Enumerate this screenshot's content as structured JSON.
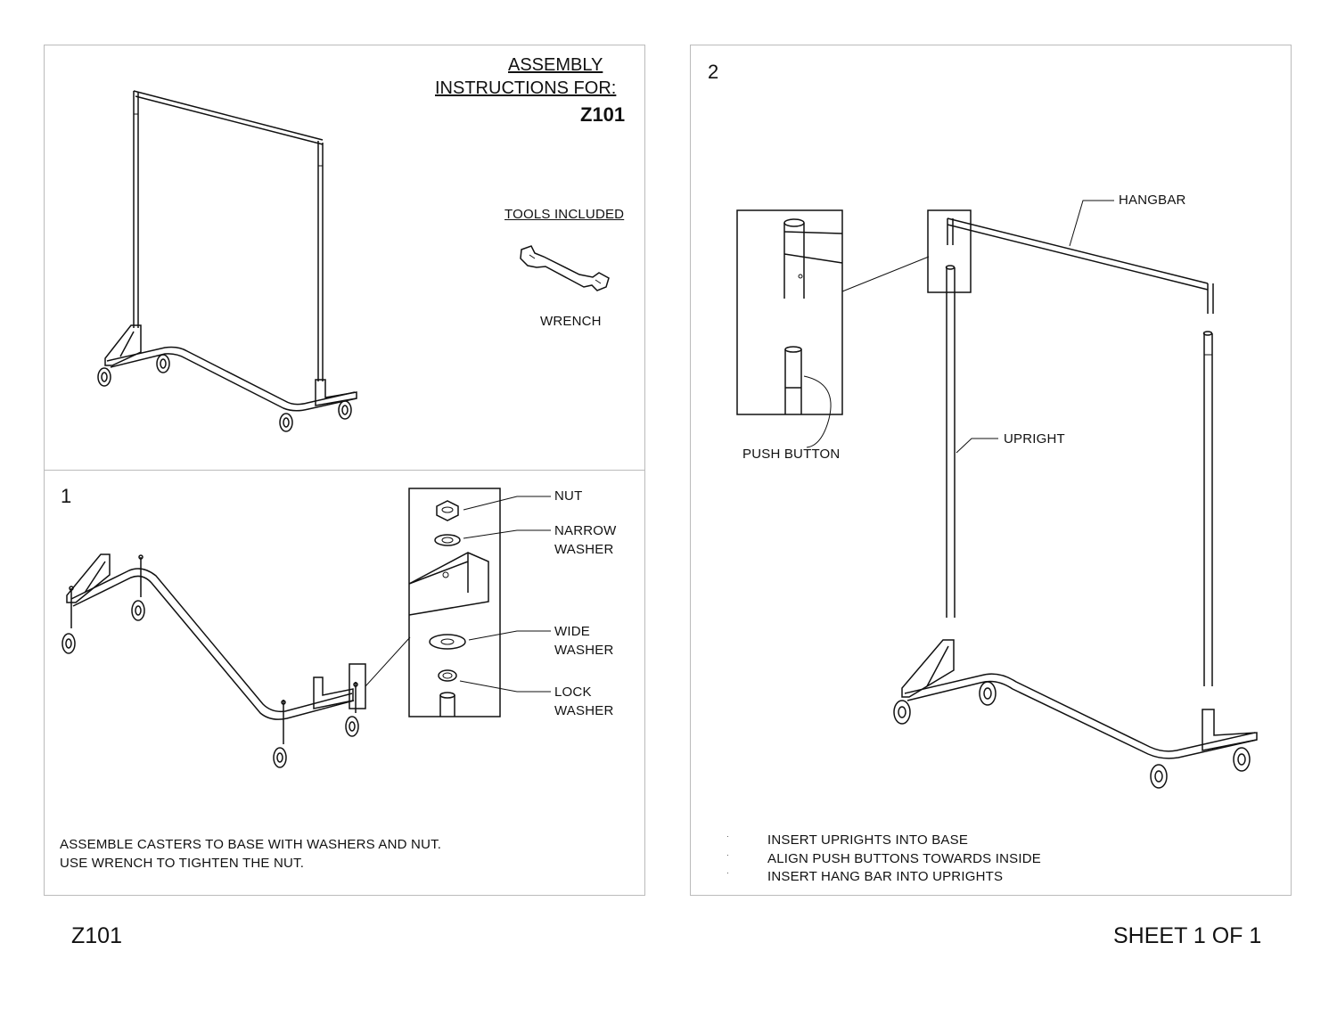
{
  "header": {
    "title_line1": "ASSEMBLY",
    "title_line2": "INSTRUCTIONS FOR:",
    "model": "Z101"
  },
  "tools": {
    "heading": "TOOLS INCLUDED",
    "wrench_label": "WRENCH"
  },
  "step1": {
    "number": "1",
    "parts": {
      "nut": "NUT",
      "narrow_washer_l1": "NARROW",
      "narrow_washer_l2": "WASHER",
      "wide_washer_l1": "WIDE",
      "wide_washer_l2": "WASHER",
      "lock_washer_l1": "LOCK",
      "lock_washer_l2": "WASHER"
    },
    "instruction_l1": "ASSEMBLE CASTERS TO BASE WITH WASHERS AND NUT.",
    "instruction_l2": "USE WRENCH TO TIGHTEN THE NUT."
  },
  "step2": {
    "number": "2",
    "hangbar": "HANGBAR",
    "upright": "UPRIGHT",
    "push_button": "PUSH BUTTON",
    "bullets": [
      "INSERT UPRIGHTS INTO BASE",
      "ALIGN PUSH BUTTONS TOWARDS INSIDE",
      "INSERT HANG BAR INTO UPRIGHTS"
    ]
  },
  "footer": {
    "model": "Z101",
    "sheet": "SHEET 1 OF 1"
  }
}
